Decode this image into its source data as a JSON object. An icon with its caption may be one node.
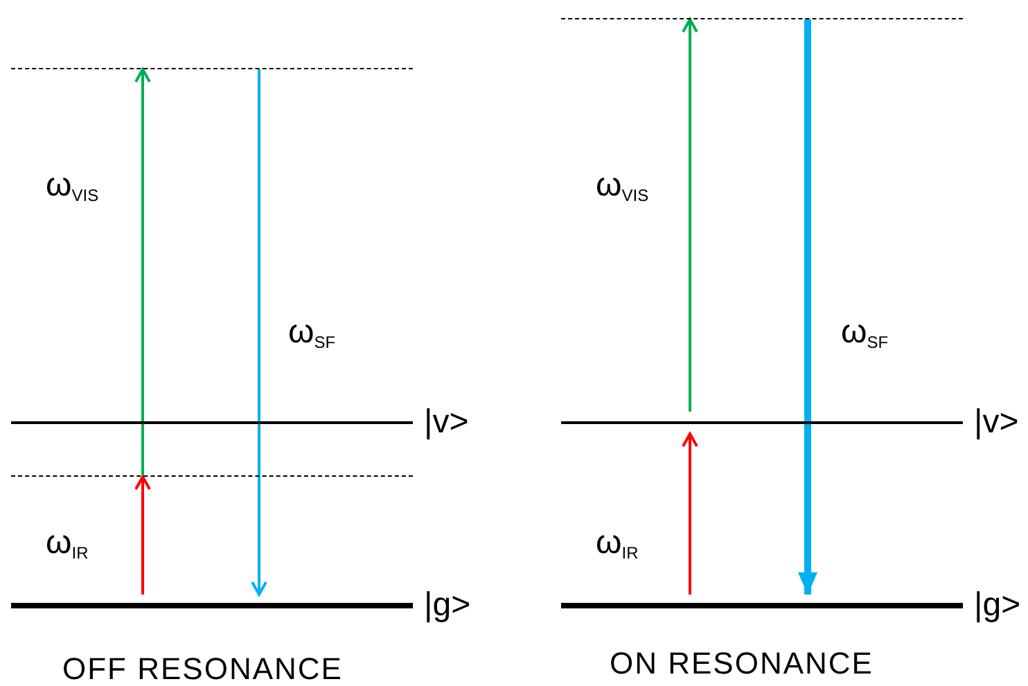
{
  "diagram": {
    "nodes": [
      {
        "text": [],
        "shape": "bar"
      },
      {
        "text": [],
        "shape": "bar",
        "beside": [
          "|v>"
        ]
      },
      {
        "text": [],
        "shape": "bar"
      },
      {
        "text": [],
        "shape": "bar",
        "beside": [
          "|g>"
        ]
      },
      {
        "text": [],
        "shape": "bar"
      },
      {
        "text": [],
        "shape": "bar",
        "beside": [
          "|v>"
        ]
      },
      {
        "text": [],
        "shape": "bar",
        "beside": [
          "|g>"
        ]
      }
    ],
    "edges": [
      {
        "from": 3,
        "to": 2,
        "arrow": "to",
        "label": "ω$_{IR}$",
        "color": "#ff0000"
      },
      {
        "from": 2,
        "to": 0,
        "arrow": "to",
        "label": "ω$_{VIS}$",
        "color": "#00b050"
      },
      {
        "from": 0,
        "to": 3,
        "arrow": "to",
        "label": "ω$_{SF}$",
        "color": "#00b0f0"
      },
      {
        "from": 6,
        "to": 5,
        "arrow": "to",
        "label": "ω$_{IR}$",
        "color": "#ff0000"
      },
      {
        "from": 5,
        "to": 4,
        "arrow": "to",
        "label": "ω$_{VIS}$",
        "color": "#00b050"
      },
      {
        "from": 4,
        "to": 6,
        "arrow": "to",
        "label": "ω$_{SF}$",
        "color": "#00b0f0",
        "style": "thick"
      }
    ],
    "labels": [
      "OFF RESONANCE",
      "ON RESONANCE"
    ]
  }
}
